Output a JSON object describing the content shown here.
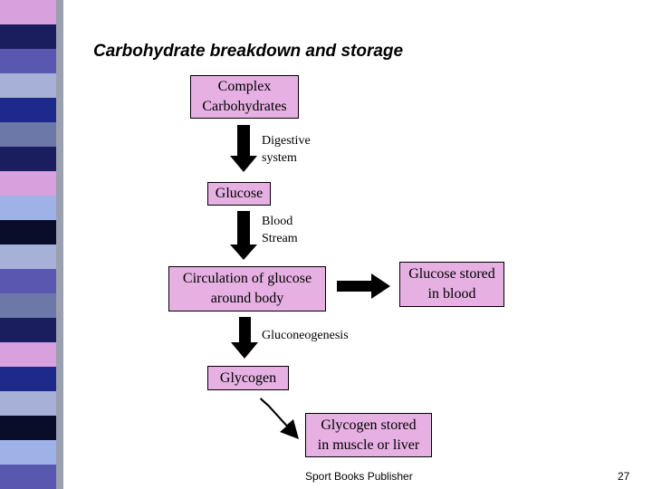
{
  "title": "Carbohydrate breakdown and storage",
  "boxes": {
    "complex": [
      "Complex",
      "Carbohydrates"
    ],
    "glucose": [
      "Glucose"
    ],
    "circulation": [
      "Circulation of glucose",
      "around body"
    ],
    "glucose_stored": [
      "Glucose stored",
      "in blood"
    ],
    "glycogen": [
      "Glycogen"
    ],
    "glycogen_stored": [
      "Glycogen stored",
      "in muscle or liver"
    ]
  },
  "labels": {
    "digestive": [
      "Digestive",
      "system"
    ],
    "blood": [
      "Blood",
      "Stream"
    ],
    "gluconeogenesis": "Gluconeogenesis"
  },
  "footer": "Sport Books Publisher",
  "page_number": "27",
  "colors": {
    "box_fill": "#e6b0e3",
    "arrow": "#000000",
    "stripe_palette": [
      "#d9a0de",
      "#1a1d5e",
      "#5a57b0",
      "#a7b0d6",
      "#1d2a8c",
      "#6b78a8",
      "#0a0d2a",
      "#9fb2e8"
    ]
  }
}
